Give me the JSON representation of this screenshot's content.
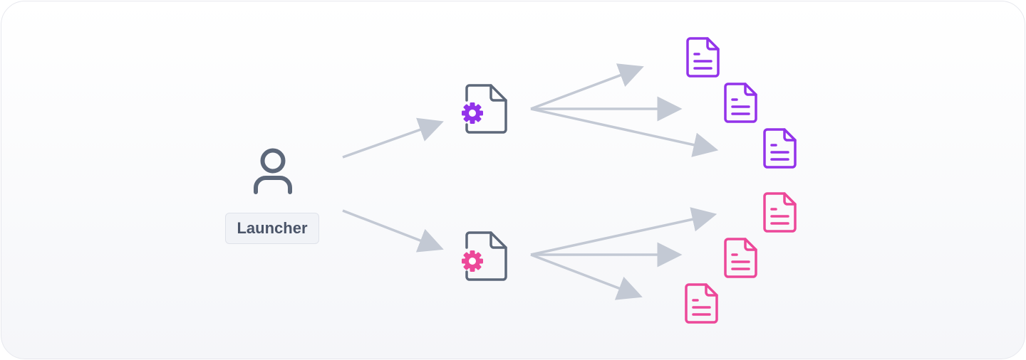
{
  "launcher": {
    "label": "Launcher",
    "icon": "user-icon"
  },
  "config_files": [
    {
      "icon": "file-gear-icon",
      "accent": "#9333ea"
    },
    {
      "icon": "file-gear-icon",
      "accent": "#ec4899"
    }
  ],
  "outputs": [
    {
      "icon": "file-text-icon",
      "accent": "#9333ea",
      "from": 0
    },
    {
      "icon": "file-text-icon",
      "accent": "#9333ea",
      "from": 0
    },
    {
      "icon": "file-text-icon",
      "accent": "#9333ea",
      "from": 0
    },
    {
      "icon": "file-text-icon",
      "accent": "#ec4899",
      "from": 1
    },
    {
      "icon": "file-text-icon",
      "accent": "#ec4899",
      "from": 1
    },
    {
      "icon": "file-text-icon",
      "accent": "#ec4899",
      "from": 1
    }
  ],
  "colors": {
    "neutral_icon": "#5d687a",
    "arrow": "#c3c9d4",
    "purple": "#9333ea",
    "pink": "#ec4899"
  }
}
